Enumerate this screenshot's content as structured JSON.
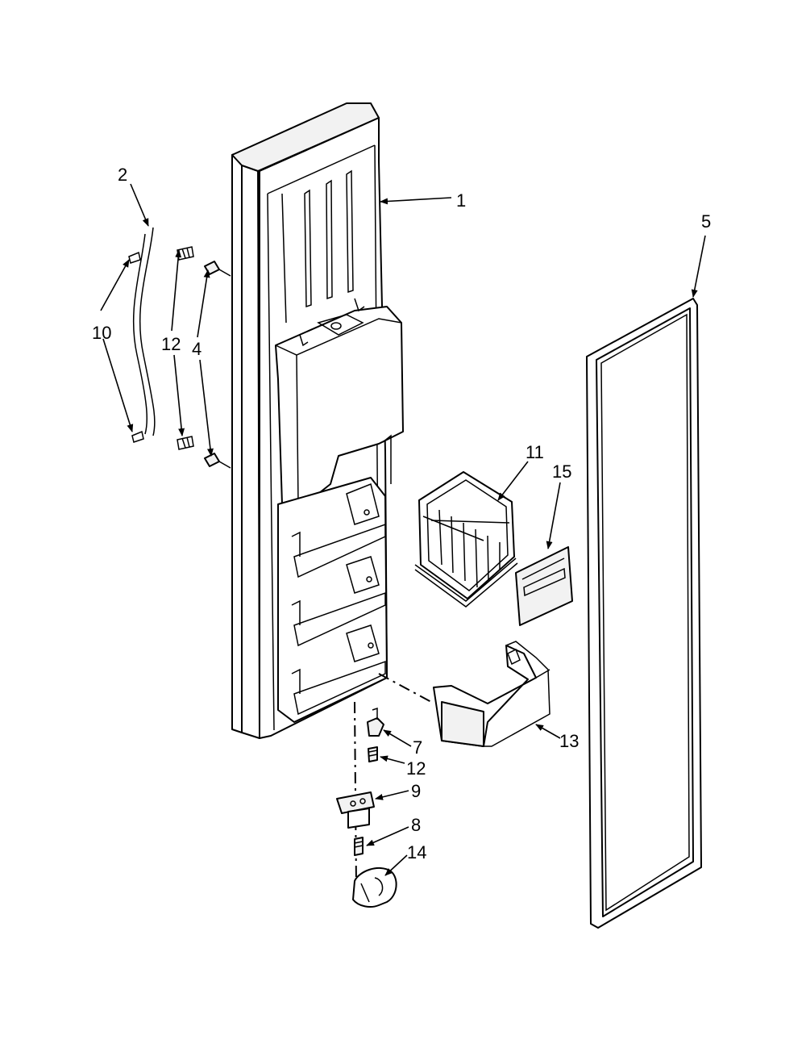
{
  "callouts": {
    "c1": "1",
    "c2": "2",
    "c4": "4",
    "c5": "5",
    "c7": "7",
    "c8": "8",
    "c9": "9",
    "c10": "10",
    "c11": "11",
    "c12a": "12",
    "c12b": "12",
    "c13": "13",
    "c14": "14",
    "c15": "15"
  },
  "colors": {
    "line": "#000000",
    "background": "#ffffff",
    "shade": "#f2f2f2"
  }
}
